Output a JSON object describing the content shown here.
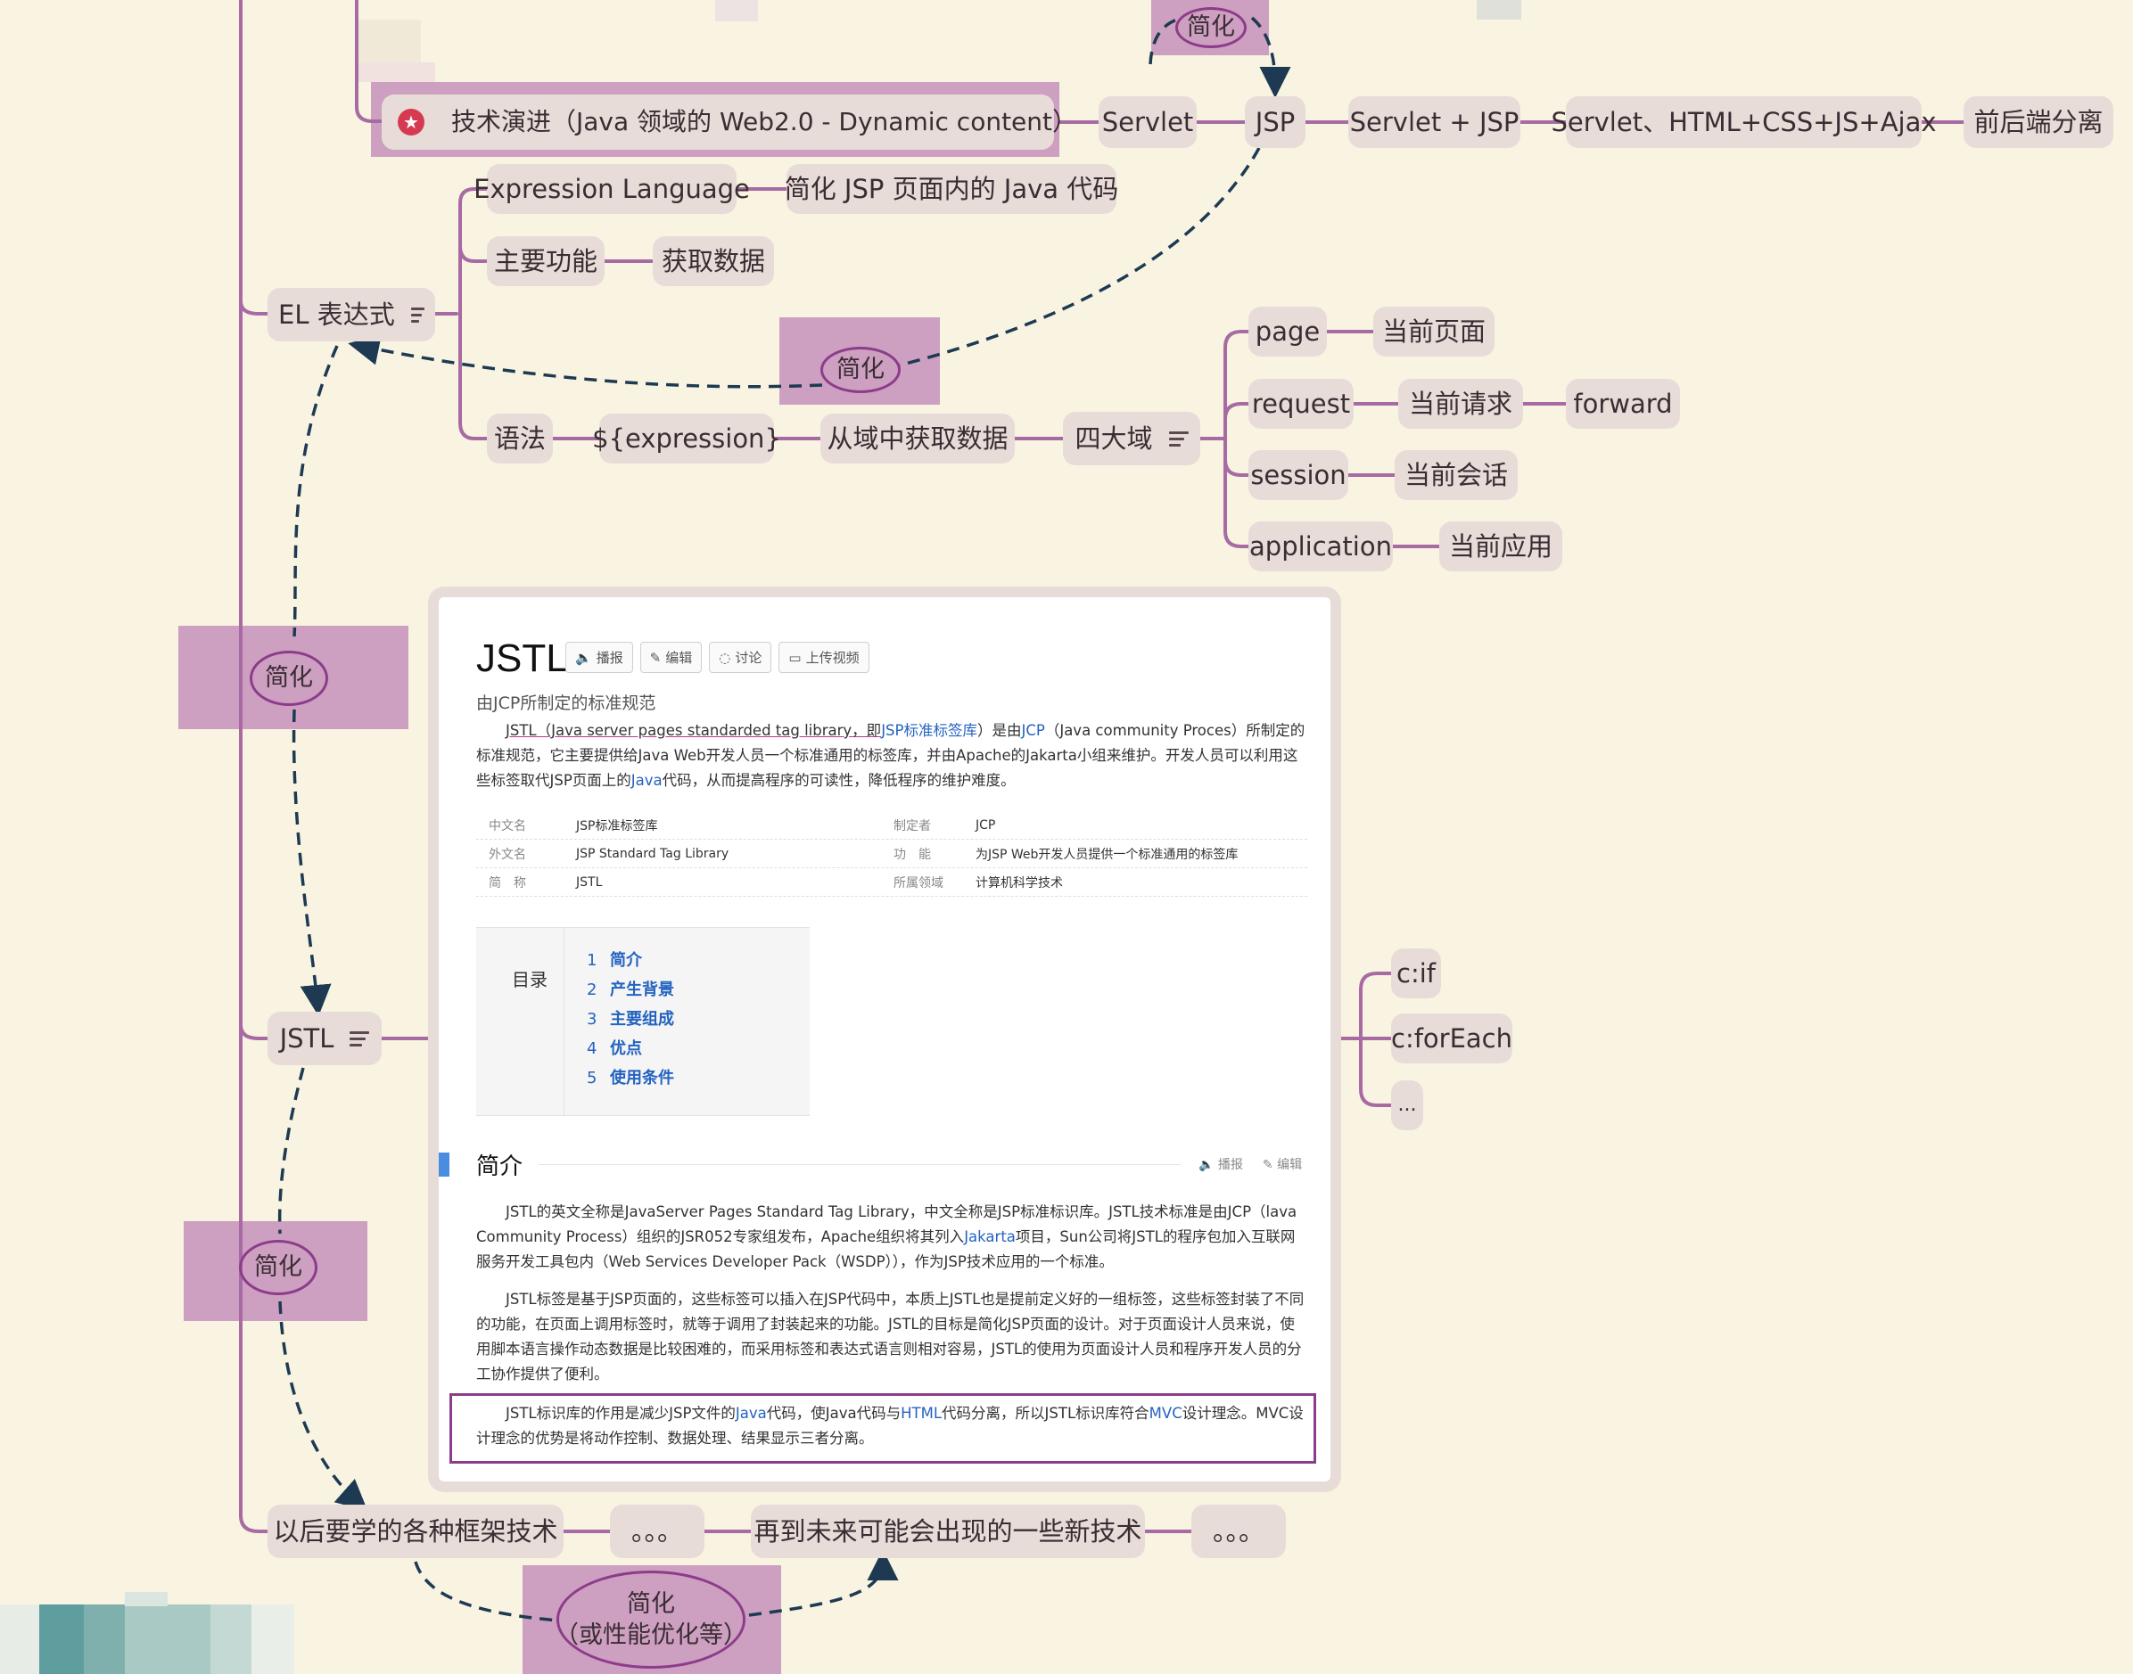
{
  "nodes": {
    "tech_evolution": "技术演进（Java 领域的 Web2.0 - Dynamic content）",
    "servlet": "Servlet",
    "jsp": "JSP",
    "servlet_jsp": "Servlet + JSP",
    "servlet_html": "Servlet、HTML+CSS+JS+Ajax",
    "frontend_backend": "前后端分离",
    "expression_language": "Expression Language",
    "simplify_jsp_java": "简化 JSP 页面内的 Java 代码",
    "main_function": "主要功能",
    "get_data": "获取数据",
    "el_expr": "EL 表达式",
    "syntax": "语法",
    "expression": "${expression}",
    "from_scope": "从域中获取数据",
    "four_scopes": "四大域",
    "page": "page",
    "current_page": "当前页面",
    "request": "request",
    "current_request": "当前请求",
    "forward": "forward",
    "session": "session",
    "current_session": "当前会话",
    "application": "application",
    "current_application": "当前应用",
    "jstl": "JSTL",
    "cif": "c:if",
    "cforeach": "c:forEach",
    "ellipsis": "...",
    "future_frameworks": "以后要学的各种框架技术",
    "dots1": "。。。",
    "new_tech": "再到未来可能会出现的一些新技术",
    "dots2": "。。。"
  },
  "annotations": {
    "simplify": "简化",
    "simplify_perf_line1": "简化",
    "simplify_perf_line2": "（或性能优化等）"
  },
  "article": {
    "title": "JSTL",
    "buttons": [
      "播报",
      "编辑",
      "讨论",
      "上传视频"
    ],
    "subtitle": "由JCP所制定的标准规范",
    "intro": {
      "t1": "JSTL（Java server pages standarded tag library，即",
      "l1": "JSP标准标签库",
      "t2": "）是由",
      "l2": "JCP",
      "t3": "（Java community Proces）所制定的标准规范，它主要提供给Java Web开发人员一个标准通用的标签库，并由Apache的Jakarta小组来维护。开发人员可以利用这些标签取代JSP页面上的",
      "l3": "Java",
      "t4": "代码，从而提高程序的可读性，降低程序的维护难度。"
    },
    "info": [
      {
        "k1": "中文名",
        "v1": "JSP标准标签库",
        "k2": "制定者",
        "v2": "JCP"
      },
      {
        "k1": "外文名",
        "v1": "JSP Standard Tag Library",
        "k2": "功　能",
        "v2": "为JSP Web开发人员提供一个标准通用的标签库"
      },
      {
        "k1": "简　称",
        "v1": "JSTL",
        "k2": "所属领域",
        "v2": "计算机科学技术"
      }
    ],
    "toc_label": "目录",
    "toc": [
      {
        "n": "1",
        "t": "简介"
      },
      {
        "n": "2",
        "t": "产生背景"
      },
      {
        "n": "3",
        "t": "主要组成"
      },
      {
        "n": "4",
        "t": "优点"
      },
      {
        "n": "5",
        "t": "使用条件"
      }
    ],
    "section_title": "简介",
    "section_tools": [
      "播报",
      "编辑"
    ],
    "p1": {
      "t1": "JSTL的英文全称是JavaServer Pages Standard Tag Library，中文全称是JSP标准标识库。JSTL技术标准是由JCP（lava Community Process）组织的JSR052专家组发布，Apache组织将其列入",
      "l1": "Jakarta",
      "t2": "项目，Sun公司将JSTL的程序包加入互联网服务开发工具包内（Web Services Developer Pack（WSDP）），作为JSP技术应用的一个标准。"
    },
    "p2": "JSTL标签是基于JSP页面的，这些标签可以插入在JSP代码中，本质上JSTL也是提前定义好的一组标签，这些标签封装了不同的功能，在页面上调用标签时，就等于调用了封装起来的功能。JSTL的目标是简化JSP页面的设计。对于页面设计人员来说，使用脚本语言操作动态数据是比较困难的，而采用标签和表达式语言则相对容易，JSTL的使用为页面设计人员和程序开发人员的分工协作提供了便利。",
    "p3": {
      "t1": "JSTL标识库的作用是减少JSP文件的",
      "l1": "Java",
      "t2": "代码，使Java代码与",
      "l2": "HTML",
      "t3": "代码分离，所以JSTL标识库符合",
      "l3": "MVC",
      "t4": "设计理念。MVC设计理念的优势是将动作控制、数据处理、结果显示三者分离。"
    }
  },
  "colors": {
    "background": "#f8f4e1",
    "node": "#e8dcd8",
    "branch": "#a86aa3",
    "highlight": "#cd9fc0",
    "oval_border": "#8c3c8a",
    "dashed": "#1e3a52",
    "link": "#2463c0"
  }
}
